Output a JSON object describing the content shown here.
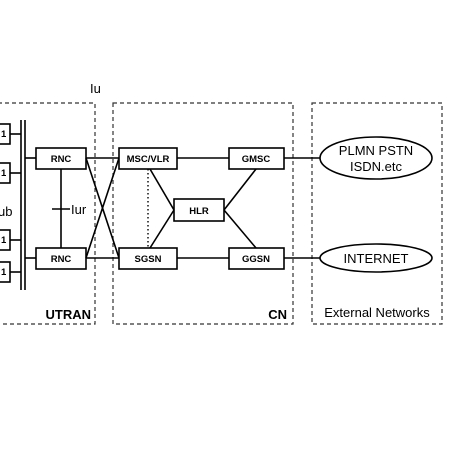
{
  "interface_labels": {
    "iu": "Iu",
    "iur": "Iur",
    "iub": "ub"
  },
  "nodes": {
    "rnc_top": "RNC",
    "rnc_bottom": "RNC",
    "msc_vlr": "MSC/VLR",
    "sgsn": "SGSN",
    "hlr": "HLR",
    "gmsc": "GMSC",
    "ggsn": "GGSN"
  },
  "external": {
    "plmn_line1": "PLMN PSTN",
    "plmn_line2": "ISDN.etc",
    "internet": "INTERNET"
  },
  "regions": {
    "utran": "UTRAN",
    "cn": "CN",
    "external_networks": "External Networks"
  }
}
